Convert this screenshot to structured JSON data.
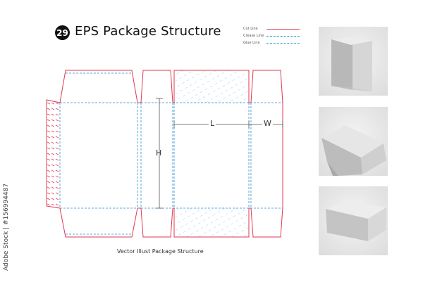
{
  "header": {
    "badge_number": "29",
    "title": "EPS Package Structure"
  },
  "legend": {
    "items": [
      {
        "label": "Cut Line",
        "color": "#e0384f",
        "style": "solid"
      },
      {
        "label": "Crease Line",
        "color": "#2a8fd8",
        "style": "dashed"
      },
      {
        "label": "Glue Line",
        "color": "#2ab0c8",
        "style": "dashed"
      }
    ]
  },
  "dimensions": {
    "height_label": "H",
    "length_label": "L",
    "width_label": "W"
  },
  "caption": "Vector Illust Package Structure",
  "stock_id": "Adobe Stock | #156994487",
  "colors": {
    "cut": "#e0384f",
    "crease": "#2a8fd8",
    "glue_hatch": "#8fd0e8",
    "dimension": "#555555"
  },
  "photos": [
    {
      "view": "upright box"
    },
    {
      "view": "angled box"
    },
    {
      "view": "flat box"
    }
  ]
}
